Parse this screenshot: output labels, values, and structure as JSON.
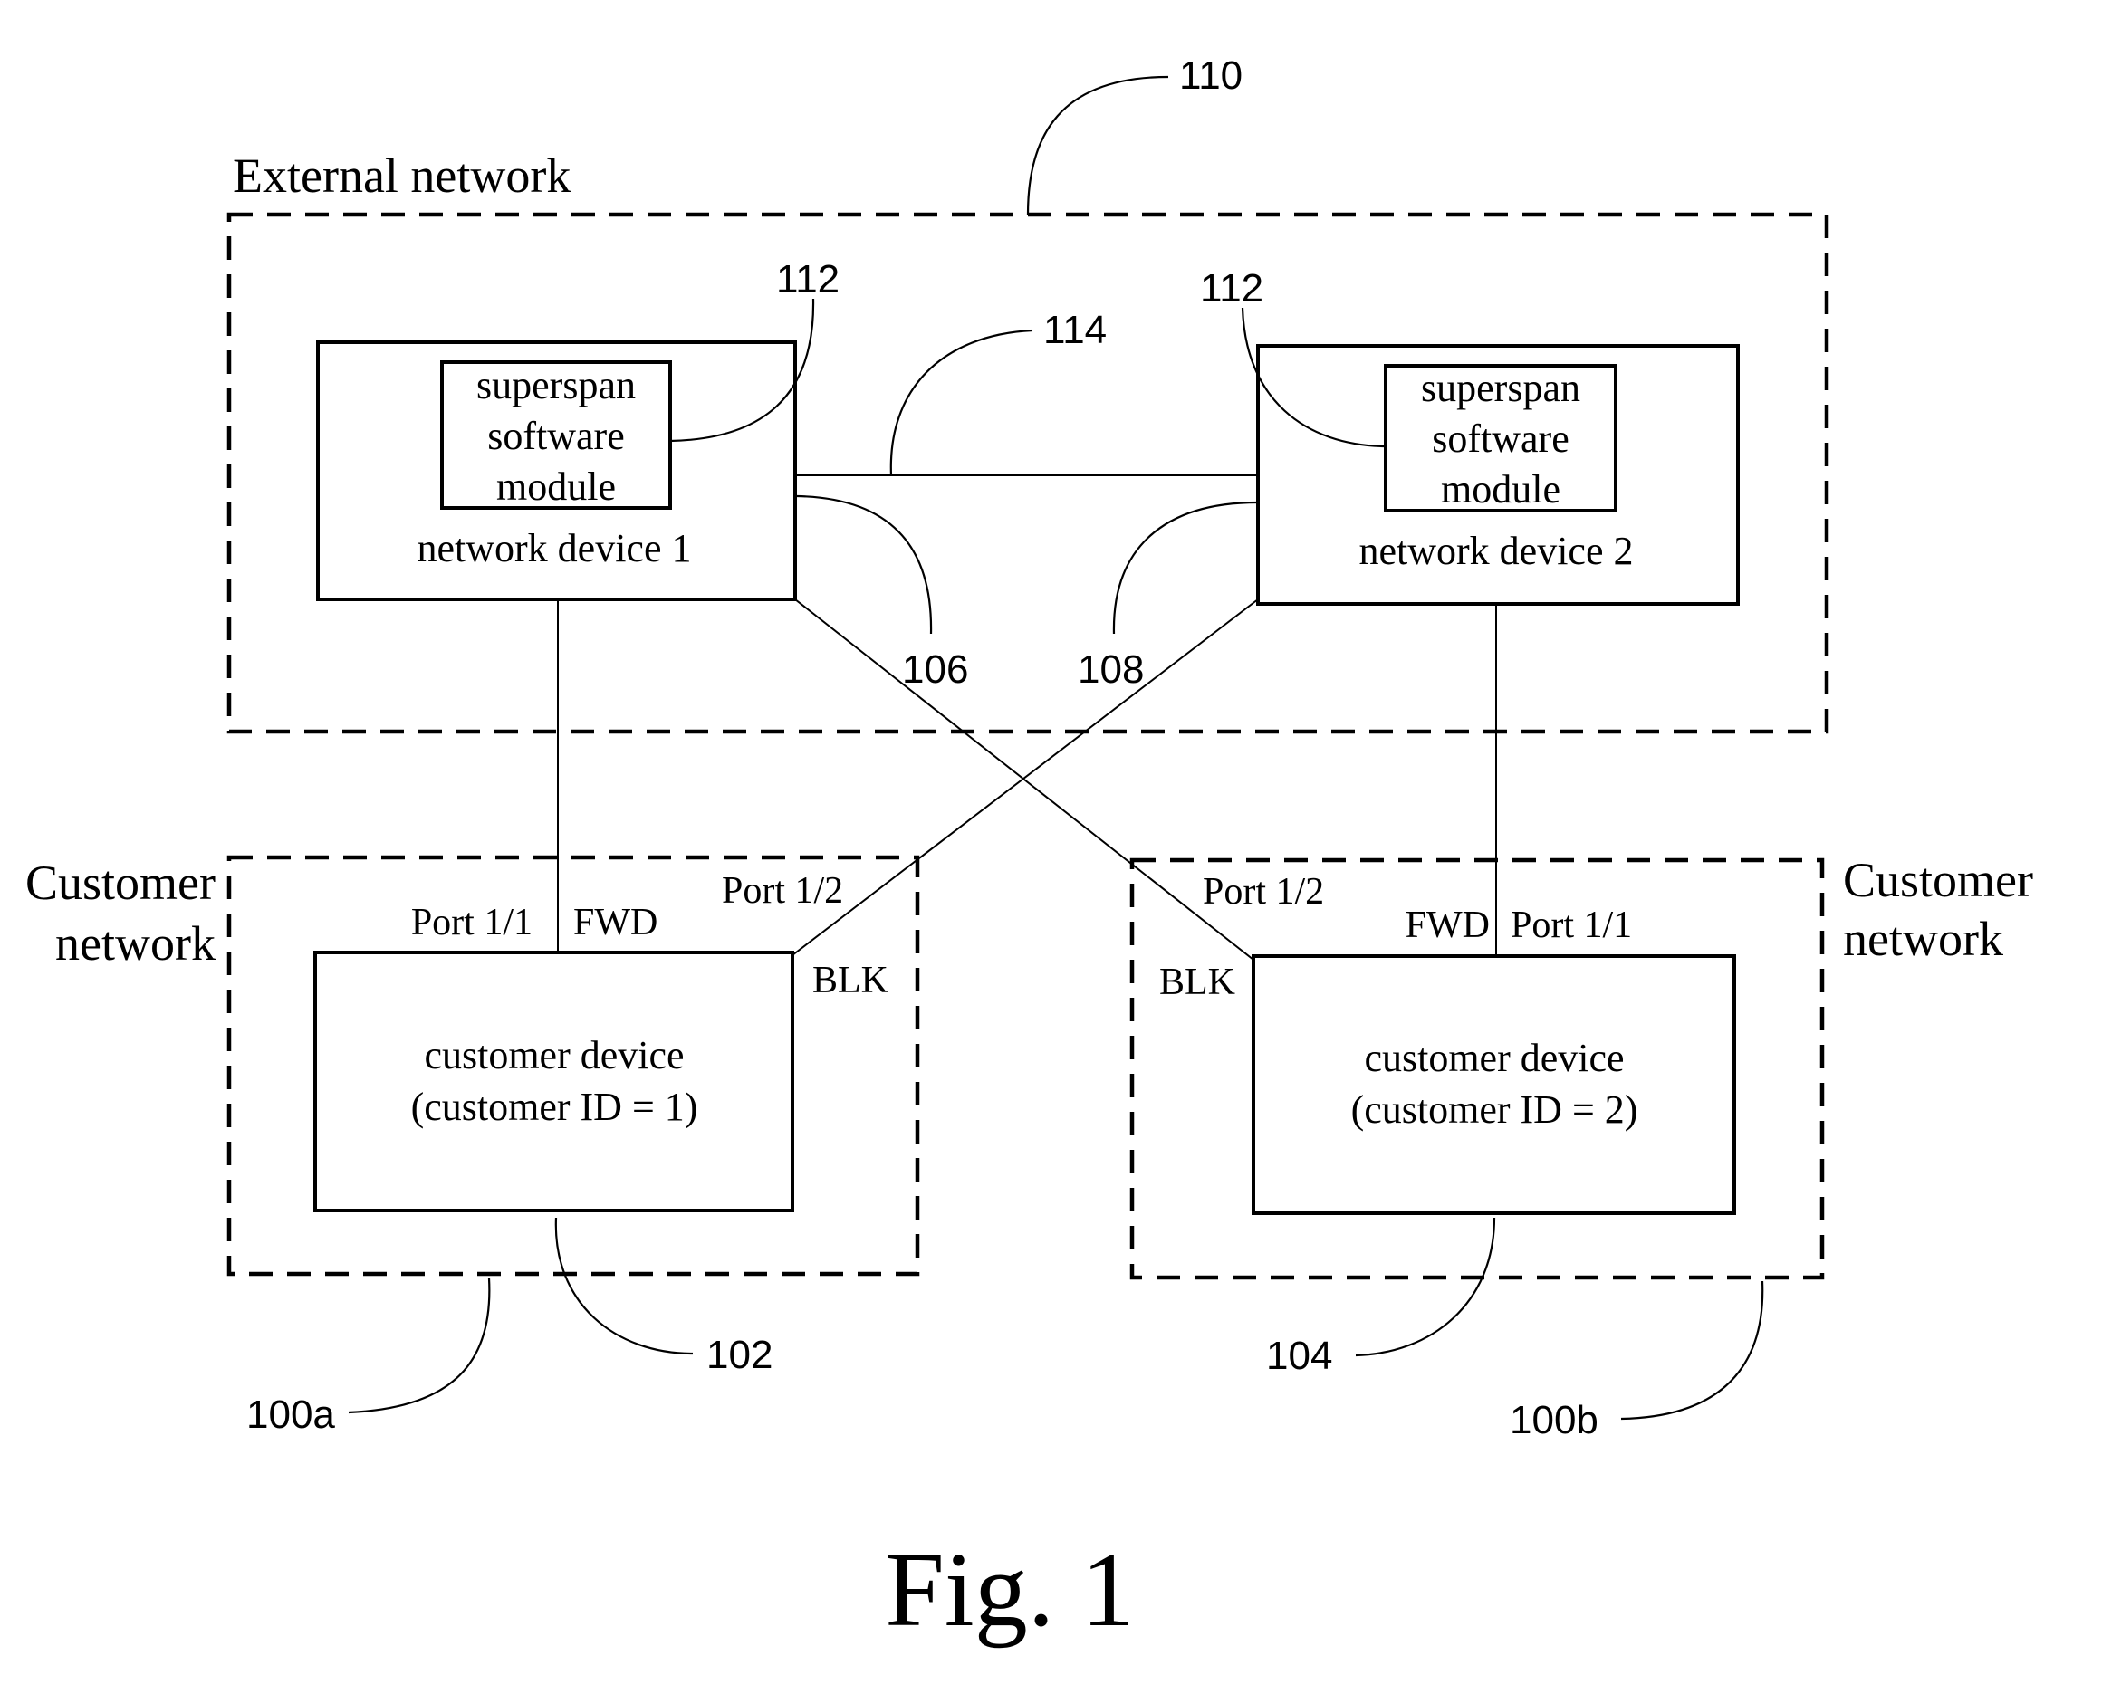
{
  "regions": {
    "external": "External network",
    "customer_left": [
      "Customer",
      "network"
    ],
    "customer_right": [
      "Customer",
      "network"
    ]
  },
  "devices": {
    "network_1": {
      "module": [
        "superspan",
        "software",
        "module"
      ],
      "label": "network device 1"
    },
    "network_2": {
      "module": [
        "superspan",
        "software",
        "module"
      ],
      "label": "network device 2"
    },
    "customer_1": {
      "lines": [
        "customer device",
        "(customer ID = 1)"
      ]
    },
    "customer_2": {
      "lines": [
        "customer device",
        "(customer ID = 2)"
      ]
    }
  },
  "ports": {
    "left": {
      "port_1_1": "Port 1/1",
      "fwd": "FWD",
      "port_1_2": "Port 1/2",
      "blk": "BLK"
    },
    "right": {
      "port_1_2": "Port 1/2",
      "fwd": "FWD",
      "port_1_1": "Port 1/1",
      "blk": "BLK"
    }
  },
  "refs": {
    "r110": "110",
    "r112a": "112",
    "r112b": "112",
    "r114": "114",
    "r106": "106",
    "r108": "108",
    "r102": "102",
    "r104": "104",
    "r100a": "100a",
    "r100b": "100b"
  },
  "caption": "Fig. 1"
}
